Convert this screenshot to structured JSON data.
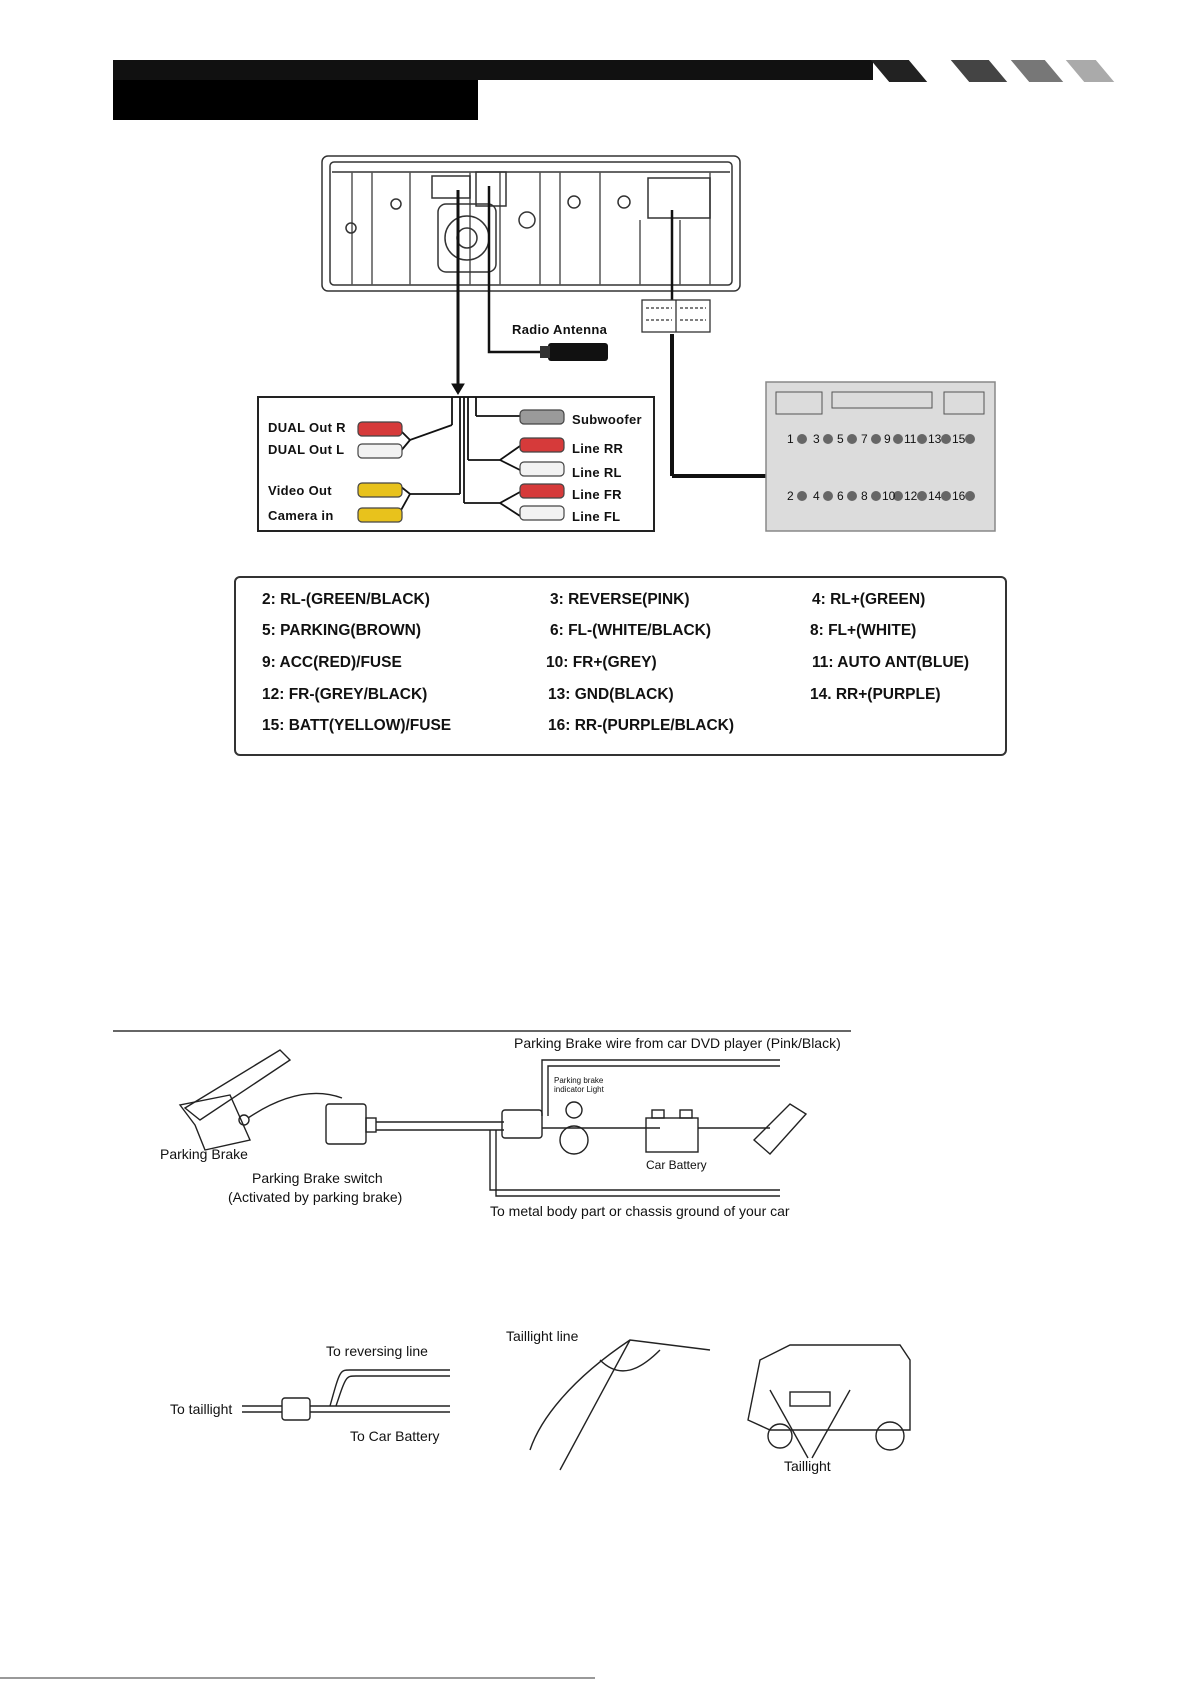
{
  "wiring_diagram": {
    "radio_antenna": "Radio Antenna",
    "rca_left": [
      "DUAL Out R",
      "DUAL Out L",
      "Video Out",
      "Camera in"
    ],
    "rca_right": [
      "Subwoofer",
      "Line RR",
      "Line RL",
      "Line FR",
      "Line FL"
    ],
    "connector_pins_top": [
      "1",
      "3",
      "5",
      "7",
      "9",
      "11",
      "13",
      "15"
    ],
    "connector_pins_bottom": [
      "2",
      "4",
      "6",
      "8",
      "10",
      "12",
      "14",
      "16"
    ],
    "colors": {
      "red_rca": "#d63a3a",
      "white_rca": "#f2f2f2",
      "yellow_rca": "#e8c21c",
      "grey_rca": "#9a9a9a",
      "connector_fill": "#dcdcdc"
    }
  },
  "pin_table": [
    [
      "2: RL-(GREEN/BLACK)",
      "3: REVERSE(PINK)",
      "4: RL+(GREEN)"
    ],
    [
      "5: PARKING(BROWN)",
      "6: FL-(WHITE/BLACK)",
      "8: FL+(WHITE)"
    ],
    [
      "9: ACC(RED)/FUSE",
      "10: FR+(GREY)",
      "11: AUTO ANT(BLUE)"
    ],
    [
      "12: FR-(GREY/BLACK)",
      "13: GND(BLACK)",
      "14. RR+(PURPLE)"
    ],
    [
      "15: BATT(YELLOW)/FUSE",
      "16: RR-(PURPLE/BLACK)",
      ""
    ]
  ],
  "parking_brake": {
    "wire_label": "Parking Brake wire from car DVD player (Pink/Black)",
    "indicator_label": "Parking brake indicator Light",
    "battery_label": "Car Battery",
    "parking_brake_label": "Parking Brake",
    "switch_label": "Parking Brake switch",
    "switch_note": "(Activated by parking brake)",
    "ground_label": "To metal body part or chassis ground of your car"
  },
  "reverse": {
    "reversing_line": "To reversing line",
    "taillight_input": "To taillight",
    "car_battery": "To Car Battery",
    "taillight_line": "Taillight line",
    "taillight": "Taillight"
  }
}
